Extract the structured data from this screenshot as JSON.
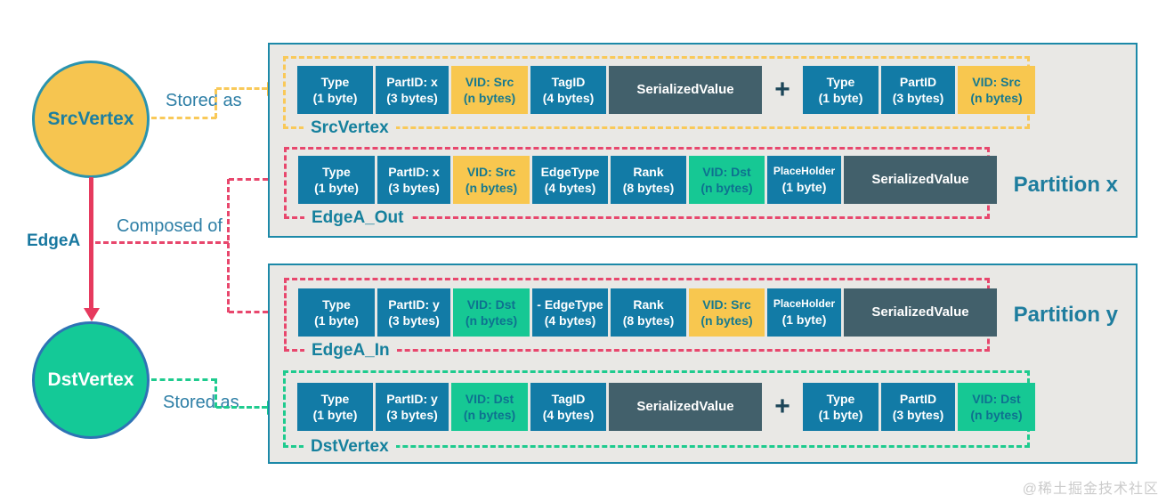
{
  "watermark": "@稀土掘金技术社区",
  "colors": {
    "cell_blue": "#127ba6",
    "cell_yellow": "#f8c74f",
    "cell_green": "#16c894",
    "cell_dark": "#42606b",
    "panel_bg": "#e9e8e5",
    "panel_border": "#1c89a8",
    "edge_red": "#e63a5e",
    "dash_yellow": "#f9c959",
    "dash_red": "#e8476d",
    "dash_green": "#1ecb8e",
    "label_teal": "#15809d"
  },
  "graph": {
    "src_vertex_label": "SrcVertex",
    "dst_vertex_label": "DstVertex",
    "edge_label": "EdgeA",
    "stored_as_src": "Stored as",
    "composed_of": "Composed of",
    "stored_as_dst": "Stored as"
  },
  "partitions": [
    {
      "name": "Partition x",
      "rows": [
        {
          "label": "SrcVertex",
          "cells": [
            {
              "line1": "Type",
              "line2": "(1 byte)",
              "style": "blue",
              "w": 85
            },
            {
              "line1": "PartID: x",
              "line2": "(3 bytes)",
              "style": "blue",
              "w": 82
            },
            {
              "line1": "VID: Src",
              "line2": "(n bytes)",
              "style": "yellow",
              "w": 86
            },
            {
              "line1": "TagID",
              "line2": "(4 bytes)",
              "style": "blue",
              "w": 85
            },
            {
              "line1": "SerializedValue",
              "style": "dark",
              "w": 172
            },
            {
              "plus": "+"
            },
            {
              "line1": "Type",
              "line2": "(1 byte)",
              "style": "blue",
              "w": 85
            },
            {
              "line1": "PartID",
              "line2": "(3 bytes)",
              "style": "blue",
              "w": 83
            },
            {
              "line1": "VID: Src",
              "line2": "(n bytes)",
              "style": "yellow",
              "w": 87
            }
          ]
        },
        {
          "label": "EdgeA_Out",
          "cells": [
            {
              "line1": "Type",
              "line2": "(1 byte)",
              "style": "blue",
              "w": 86
            },
            {
              "line1": "PartID: x",
              "line2": "(3 bytes)",
              "style": "blue",
              "w": 82
            },
            {
              "line1": "VID: Src",
              "line2": "(n bytes)",
              "style": "yellow",
              "w": 86
            },
            {
              "line1": "EdgeType",
              "line2": "(4 bytes)",
              "style": "blue",
              "w": 85
            },
            {
              "line1": "Rank",
              "line2": "(8 bytes)",
              "style": "blue",
              "w": 85
            },
            {
              "line1": "VID: Dst",
              "line2": "(n bytes)",
              "style": "green",
              "w": 85
            },
            {
              "line1": "PlaceHolder",
              "line2": "(1 byte)",
              "style": "blue small",
              "w": 83
            },
            {
              "line1": "SerializedValue",
              "style": "dark",
              "w": 172
            }
          ]
        }
      ]
    },
    {
      "name": "Partition y",
      "rows": [
        {
          "label": "EdgeA_In",
          "cells": [
            {
              "line1": "Type",
              "line2": "(1 byte)",
              "style": "blue",
              "w": 86
            },
            {
              "line1": "PartID: y",
              "line2": "(3 bytes)",
              "style": "blue",
              "w": 82
            },
            {
              "line1": "VID: Dst",
              "line2": "(n bytes)",
              "style": "green",
              "w": 86
            },
            {
              "line1": "- EdgeType",
              "line2": "(4 bytes)",
              "style": "blue",
              "w": 85
            },
            {
              "line1": "Rank",
              "line2": "(8 bytes)",
              "style": "blue",
              "w": 85
            },
            {
              "line1": "VID: Src",
              "line2": "(n bytes)",
              "style": "yellow",
              "w": 85
            },
            {
              "line1": "PlaceHolder",
              "line2": "(1 byte)",
              "style": "blue small",
              "w": 83
            },
            {
              "line1": "SerializedValue",
              "style": "dark",
              "w": 172
            }
          ]
        },
        {
          "label": "DstVertex",
          "cells": [
            {
              "line1": "Type",
              "line2": "(1 byte)",
              "style": "blue",
              "w": 85
            },
            {
              "line1": "PartID: y",
              "line2": "(3 bytes)",
              "style": "blue",
              "w": 82
            },
            {
              "line1": "VID: Dst",
              "line2": "(n bytes)",
              "style": "green",
              "w": 86
            },
            {
              "line1": "TagID",
              "line2": "(4 bytes)",
              "style": "blue",
              "w": 85
            },
            {
              "line1": "SerializedValue",
              "style": "dark",
              "w": 172
            },
            {
              "plus": "+"
            },
            {
              "line1": "Type",
              "line2": "(1 byte)",
              "style": "blue",
              "w": 85
            },
            {
              "line1": "PartID",
              "line2": "(3 bytes)",
              "style": "blue",
              "w": 83
            },
            {
              "line1": "VID: Dst",
              "line2": "(n bytes)",
              "style": "green",
              "w": 87
            }
          ]
        }
      ]
    }
  ]
}
